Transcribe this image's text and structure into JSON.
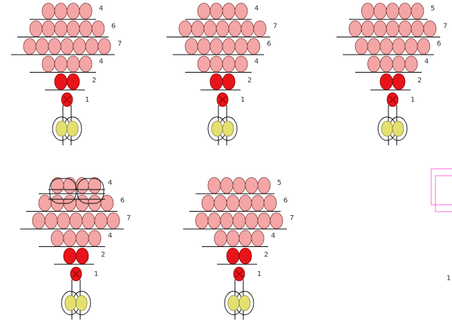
{
  "colors": {
    "pink_bead": "#f4a6a6",
    "pink_outline": "#7a3b3b",
    "red_bead": "#e8141a",
    "red_outline": "#7a0000",
    "yellow_bead": "#e4e070",
    "line": "#000000",
    "frame": "#ff66dd"
  },
  "diagrams": [
    {
      "rows": [
        4,
        6,
        7,
        4
      ],
      "red_row": "2",
      "single": "1",
      "loops": false
    },
    {
      "rows": [
        4,
        7,
        6,
        4
      ],
      "red_row": "2",
      "single": "1",
      "loops": false
    },
    {
      "rows": [
        5,
        7,
        6,
        4
      ],
      "red_row": "2",
      "single": "1",
      "loops": false
    },
    {
      "rows": [
        4,
        6,
        7,
        4
      ],
      "red_row": "2",
      "single": "1",
      "loops": true
    },
    {
      "rows": [
        5,
        6,
        7,
        4
      ],
      "red_row": "2",
      "single": "1",
      "loops": false
    }
  ],
  "corner_label": "1"
}
